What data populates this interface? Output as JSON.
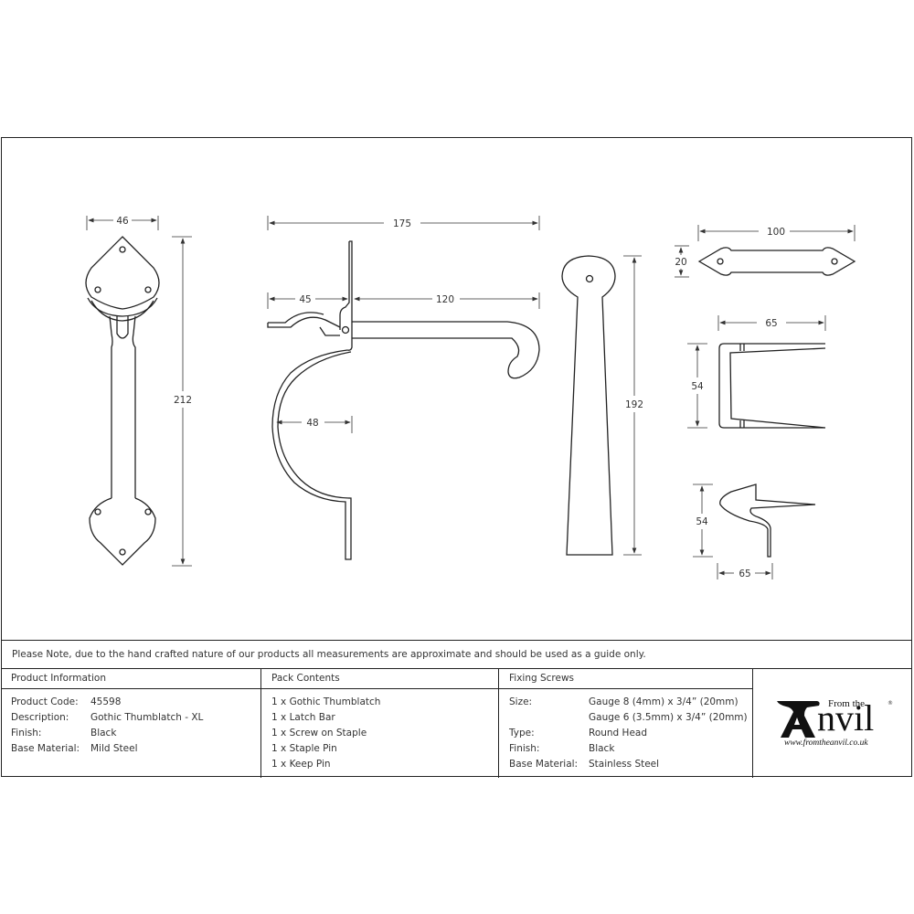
{
  "drawing": {
    "handle": {
      "width_label": "46",
      "height_label": "212"
    },
    "latch_bar": {
      "overall_label": "175",
      "front_label": "45",
      "back_label": "120",
      "handle_depth_label": "48"
    },
    "backplate": {
      "height_label": "192"
    },
    "keep": {
      "length_label": "100",
      "height_label": "20"
    },
    "screw_staple": {
      "width_label": "65",
      "height_label": "54"
    },
    "staple_pin": {
      "height_label": "54",
      "width_label": "65"
    }
  },
  "note": "Please Note, due to the hand crafted nature of our products all measurements are approximate and should be used as a guide only.",
  "product_info": {
    "title": "Product Information",
    "rows": [
      {
        "label": "Product Code:",
        "value": "45598"
      },
      {
        "label": "Description:",
        "value": "Gothic Thumblatch - XL"
      },
      {
        "label": "Finish:",
        "value": "Black"
      },
      {
        "label": "Base Material:",
        "value": "Mild Steel"
      }
    ]
  },
  "pack_contents": {
    "title": "Pack Contents",
    "items": [
      "1 x Gothic Thumblatch",
      "1 x Latch Bar",
      "1 x Screw on Staple",
      "1 x Staple Pin",
      "1 x Keep Pin"
    ]
  },
  "fixing_screws": {
    "title": "Fixing Screws",
    "rows": [
      {
        "label": "Size:",
        "value": "Gauge 8 (4mm) x 3/4” (20mm)"
      },
      {
        "label": "",
        "value": "Gauge 6 (3.5mm) x 3/4” (20mm)"
      },
      {
        "label": "Type:",
        "value": "Round Head"
      },
      {
        "label": "Finish:",
        "value": "Black"
      },
      {
        "label": "Base Material:",
        "value": "Stainless Steel"
      }
    ]
  },
  "logo": {
    "from_the": "From the",
    "brand": "Anvil",
    "url": "www.fromtheanvil.co.uk",
    "registered": "®"
  }
}
